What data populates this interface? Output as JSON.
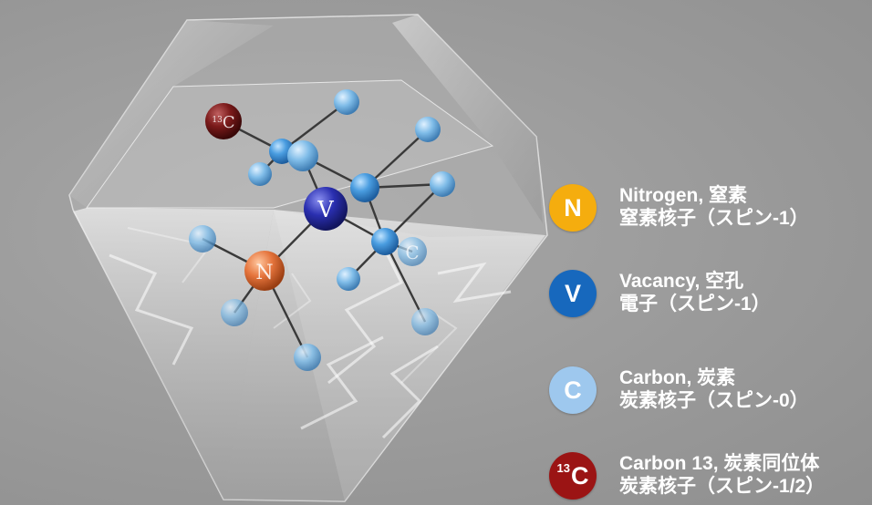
{
  "diagram": {
    "atom_labels": {
      "vacancy": "V",
      "nitrogen": "N",
      "carbon": "C",
      "carbon13_sup": "13",
      "carbon13": "C"
    }
  },
  "legend": {
    "items": [
      {
        "symbol": "N",
        "sup": "",
        "name": "Nitrogen, 窒素",
        "desc": "窒素核子（スピン-1）",
        "color": "#f5ad0e"
      },
      {
        "symbol": "V",
        "sup": "",
        "name": "Vacancy, 空孔",
        "desc": "電子（スピン-1）",
        "color": "#1768bd"
      },
      {
        "symbol": "C",
        "sup": "",
        "name": "Carbon, 炭素",
        "desc": "炭素核子（スピン-0）",
        "color": "#9ec8ee"
      },
      {
        "symbol": "C",
        "sup": "13",
        "name": "Carbon 13, 炭素同位体",
        "desc": "炭素核子（スピン-1/2）",
        "color": "#9b1414"
      }
    ]
  },
  "colors": {
    "background": "#9d9d9d",
    "carbon": "#4a9de0",
    "carbon_light": "#7fbce8",
    "vacancy": "#2a2fb0",
    "nitrogen": "#e5743c",
    "carbon13": "#7a1a1a"
  }
}
